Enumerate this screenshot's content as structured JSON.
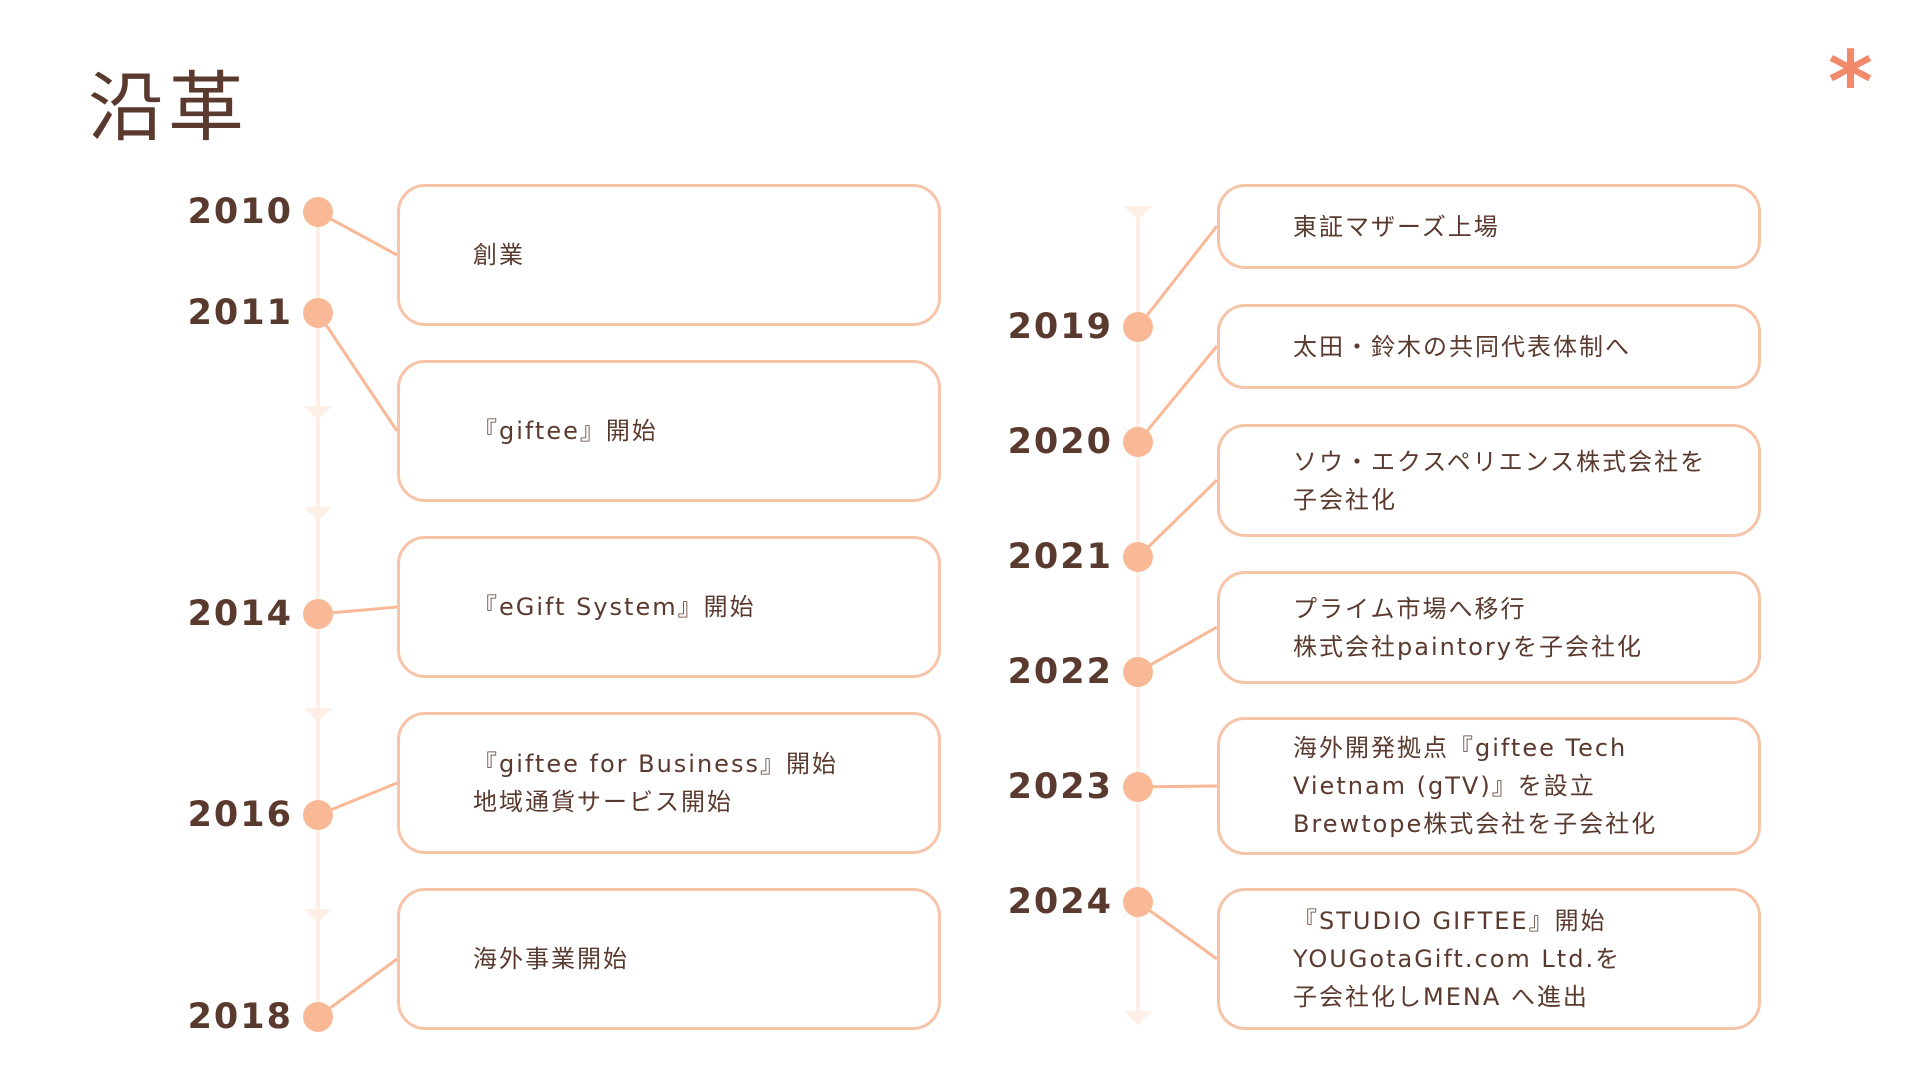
{
  "page": {
    "title": "沿革",
    "brand_mark": "*"
  },
  "colors": {
    "text": "#5a3a2e",
    "accent": "#f9b896",
    "card_border": "#f6c4a9",
    "timeline_track": "#fdeee6",
    "brand_mark": "#f08a6a"
  },
  "timeline_left": [
    {
      "year": "2010",
      "lines": [
        "創業"
      ]
    },
    {
      "year": "2011",
      "lines": [
        "『giftee』開始"
      ]
    },
    {
      "year": "2014",
      "lines": [
        "『eGift System』開始"
      ]
    },
    {
      "year": "2016",
      "lines": [
        "『giftee for Business』開始",
        "地域通貨サービス開始"
      ]
    },
    {
      "year": "2018",
      "lines": [
        "海外事業開始"
      ]
    }
  ],
  "timeline_right": [
    {
      "year": "2019",
      "lines": [
        "東証マザーズ上場"
      ]
    },
    {
      "year": "2020",
      "lines": [
        "太田・鈴木の共同代表体制へ"
      ]
    },
    {
      "year": "2021",
      "lines": [
        "ソウ・エクスペリエンス株式会社を",
        "子会社化"
      ]
    },
    {
      "year": "2022",
      "lines": [
        "プライム市場へ移行",
        "株式会社paintoryを子会社化"
      ]
    },
    {
      "year": "2023",
      "lines": [
        "海外開発拠点『giftee Tech",
        "Vietnam (gTV)』を設立",
        "Brewtope株式会社を子会社化"
      ]
    },
    {
      "year": "2024",
      "lines": [
        "『STUDIO GIFTEE』開始",
        "YOUGotaGift.com Ltd.を",
        "子会社化しMENA へ進出"
      ]
    }
  ]
}
